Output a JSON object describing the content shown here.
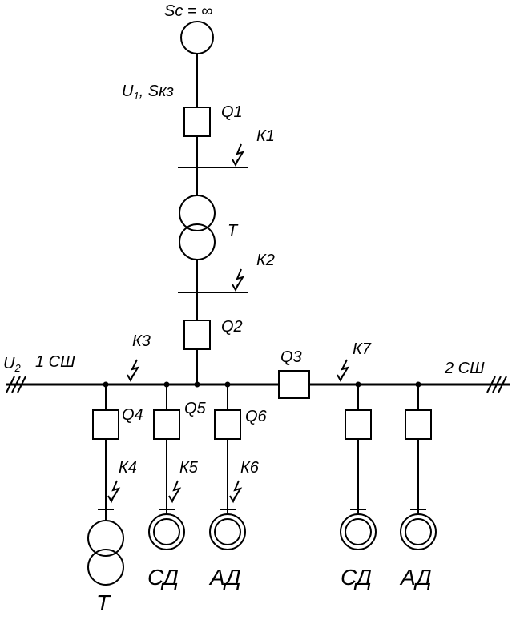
{
  "source": {
    "label": "Sc = ∞"
  },
  "line": {
    "u": "U",
    "u_sub": "1",
    "s": ", Sкз"
  },
  "breakers": {
    "q1": "Q1",
    "q2": "Q2",
    "q3": "Q3",
    "q4": "Q4",
    "q5": "Q5",
    "q6": "Q6"
  },
  "faults": {
    "k1": "К1",
    "k2": "К2",
    "k3": "К3",
    "k4": "К4",
    "k5": "К5",
    "k6": "К6",
    "k7": "К7"
  },
  "transformer": {
    "label": "Т"
  },
  "bus": {
    "u": "U",
    "u_sub": "2",
    "left": "1 СШ",
    "right": "2 СШ"
  },
  "loads": [
    "Т",
    "СД",
    "АД",
    "СД",
    "АД"
  ]
}
